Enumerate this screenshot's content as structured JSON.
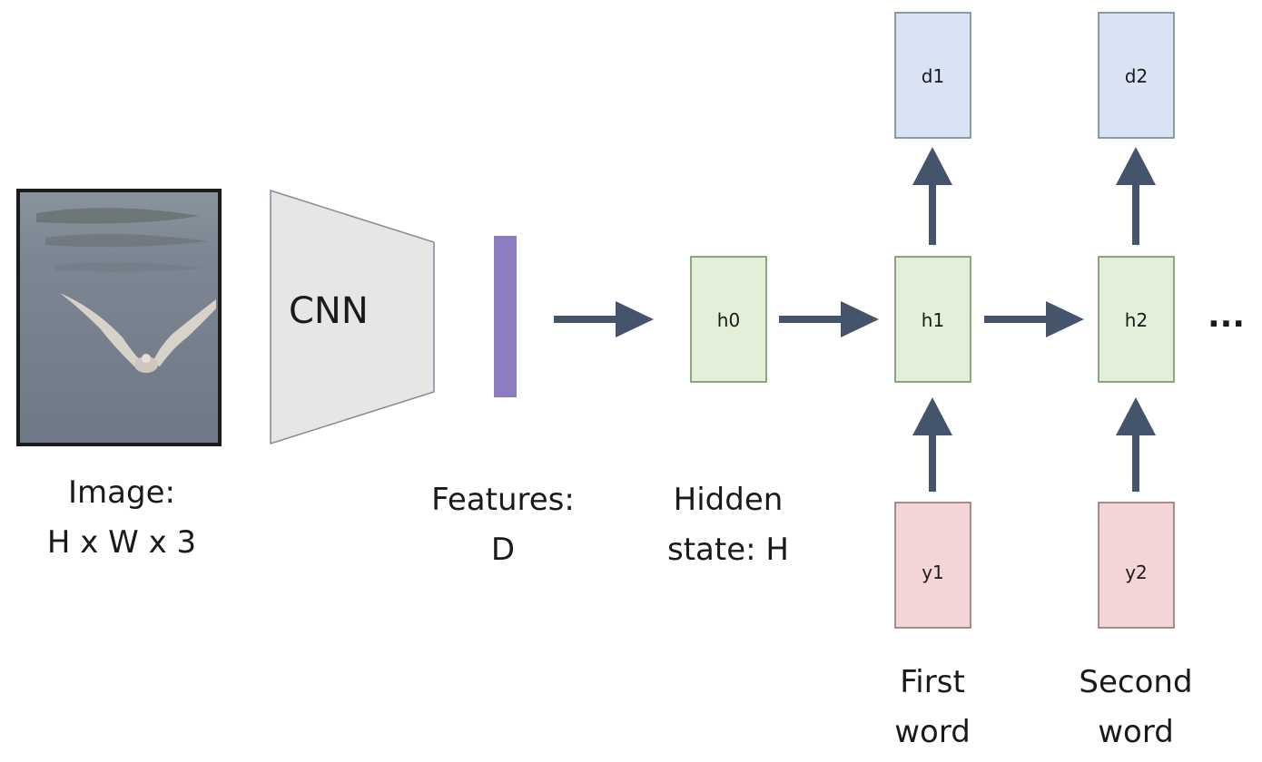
{
  "image_block": {
    "caption_line1": "Image:",
    "caption_line2": "H x W x 3"
  },
  "cnn": {
    "label": "CNN"
  },
  "features": {
    "caption_line1": "Features:",
    "caption_line2": "D"
  },
  "hidden": {
    "caption_line1": "Hidden",
    "caption_line2": "state: H"
  },
  "nodes": {
    "h0": "h0",
    "h1": "h1",
    "h2": "h2",
    "d1": "d1",
    "d2": "d2",
    "y1": "y1",
    "y2": "y2"
  },
  "ellipsis": "...",
  "words": {
    "first_line1": "First",
    "first_line2": "word",
    "second_line1": "Second",
    "second_line2": "word"
  },
  "colors": {
    "arrow": "#44546a",
    "hidden_fill": "#e2efd9",
    "hidden_stroke": "#6f8a5a",
    "output_fill": "#dae3f3",
    "output_stroke": "#6b7c93",
    "input_fill": "#f4d5d5",
    "input_stroke": "#8f6c6c",
    "feature_bar": "#8e7cc3",
    "cnn_fill": "#e6e6e6",
    "cnn_stroke": "#7f8c99"
  }
}
